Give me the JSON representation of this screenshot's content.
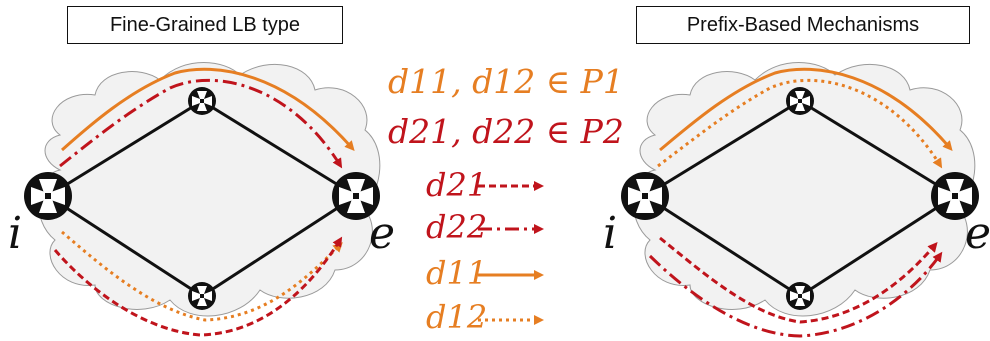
{
  "left_panel": {
    "title": "Fine-Grained LB type",
    "node_in": "i",
    "node_out": "e"
  },
  "right_panel": {
    "title": "Prefix-Based Mechanisms",
    "node_in": "i",
    "node_out": "e"
  },
  "legend": {
    "set1": {
      "text": "d11, d12 ∈ P1",
      "color": "#e67e22"
    },
    "set2": {
      "text": "d21, d22 ∈ P2",
      "color": "#c0141c"
    },
    "items": [
      {
        "label": "d21",
        "style": "dashed",
        "color": "#c0141c"
      },
      {
        "label": "d22",
        "style": "dash-dot",
        "color": "#c0141c"
      },
      {
        "label": "d11",
        "style": "solid",
        "color": "#e67e22"
      },
      {
        "label": "d12",
        "style": "dotted",
        "color": "#e67e22"
      }
    ]
  }
}
